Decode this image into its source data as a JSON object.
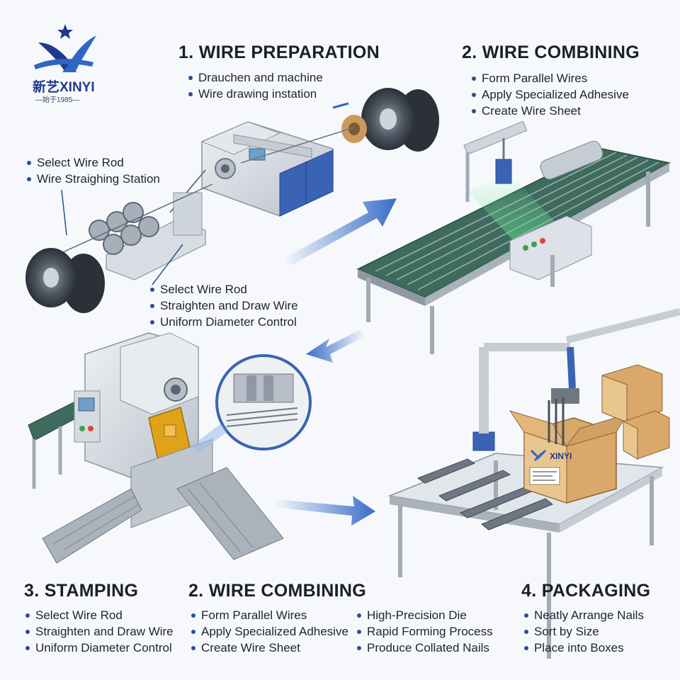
{
  "logo": {
    "brand": "新艺XINYI",
    "since": "—始于1985—"
  },
  "sections": {
    "wire_preparation": {
      "title": "1. WIRE PREPARATION",
      "notes": [
        "Drauchen and machine",
        "Wire drawing instation"
      ]
    },
    "wire_combining_top": {
      "title": "2. WIRE COMBINING",
      "items": [
        "Form Parallel Wires",
        "Apply Specialized Adhesive",
        "Create Wire Sheet"
      ]
    },
    "callout_straighten": {
      "items": [
        "Select Wire Rod",
        "Wire Straighing Station"
      ]
    },
    "callout_draw": {
      "items": [
        "Select Wire Rod",
        "Straighten and Draw Wire",
        "Uniform Diameter Control"
      ]
    },
    "stamping": {
      "title": "3. STAMPING",
      "items": [
        "Select Wire Rod",
        "Straighten and Draw Wire",
        "Uniform Diameter Control"
      ]
    },
    "wire_combining_bottom": {
      "title": "2. WIRE COMBINING",
      "items": [
        "Form Parallel Wires",
        "Apply Specialized Adhesive",
        "Create Wire Sheet"
      ]
    },
    "die": {
      "items": [
        "High-Precision Die",
        "Rapid Forming Process",
        "Produce Collated Nails"
      ]
    },
    "packaging": {
      "title": "4. PACKAGING",
      "items": [
        "Neatly Arrange Nails",
        "Sort by Size",
        "Place into Boxes"
      ]
    }
  },
  "box_label": "XINYI",
  "colors": {
    "machine_gray": "#cfd5dc",
    "machine_blue": "#3a63b5",
    "belt_green": "#3e6b5e",
    "arrow_blue": "#2f66c4",
    "die_yellow": "#e0a21b",
    "cardboard": "#d9a86a",
    "logo_blue": "#1f3a8a"
  }
}
